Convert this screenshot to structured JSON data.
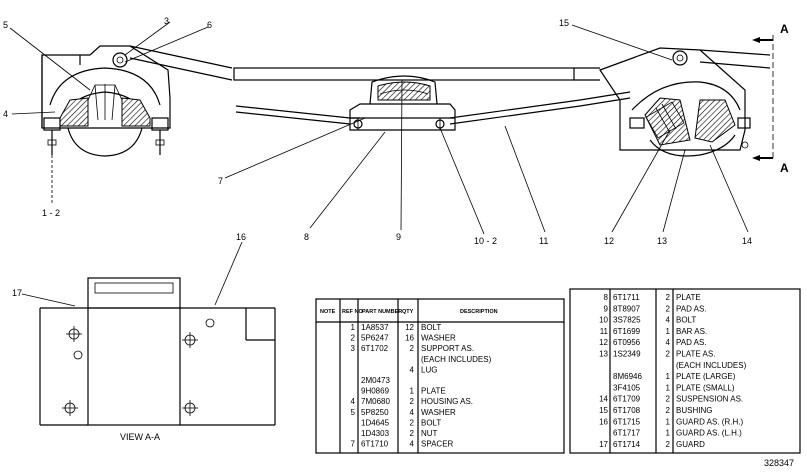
{
  "callouts": [
    {
      "id": "c5",
      "text": "5"
    },
    {
      "id": "c3",
      "text": "3"
    },
    {
      "id": "c6",
      "text": "6"
    },
    {
      "id": "c4",
      "text": "4"
    },
    {
      "id": "c12a",
      "text": "1 - 2"
    },
    {
      "id": "c7",
      "text": "7"
    },
    {
      "id": "c8",
      "text": "8"
    },
    {
      "id": "c9",
      "text": "9"
    },
    {
      "id": "c102",
      "text": "10 - 2"
    },
    {
      "id": "c11",
      "text": "11"
    },
    {
      "id": "c15",
      "text": "15"
    },
    {
      "id": "c12",
      "text": "12"
    },
    {
      "id": "c13",
      "text": "13"
    },
    {
      "id": "c14",
      "text": "14"
    },
    {
      "id": "c16",
      "text": "16"
    },
    {
      "id": "c17",
      "text": "17"
    }
  ],
  "section_marks": {
    "top": "A",
    "bottom": "A"
  },
  "view_label": "VIEW A-A",
  "drawing_number": "328347",
  "table_left": {
    "headers": [
      "NOTE",
      "REF NO",
      "PART NUMBER",
      "QTY",
      "DESCRIPTION"
    ],
    "rows": [
      {
        "ref": "1",
        "part": "1A8537",
        "qty": "12",
        "desc": "BOLT"
      },
      {
        "ref": "2",
        "part": "5P6247",
        "qty": "16",
        "desc": "WASHER"
      },
      {
        "ref": "3",
        "part": "6T1702",
        "qty": "2",
        "desc": "SUPPORT AS."
      },
      {
        "ref": "",
        "part": "",
        "qty": "",
        "desc": "(EACH INCLUDES)"
      },
      {
        "ref": "",
        "part": "",
        "qty": "4",
        "desc": "LUG"
      },
      {
        "ref": "",
        "part": "2M0473",
        "qty": "",
        "desc": ""
      },
      {
        "ref": "",
        "part": "9H0869",
        "qty": "1",
        "desc": "PLATE"
      },
      {
        "ref": "4",
        "part": "7M0680",
        "qty": "2",
        "desc": "HOUSING AS."
      },
      {
        "ref": "5",
        "part": "5P8250",
        "qty": "4",
        "desc": "WASHER"
      },
      {
        "ref": "",
        "part": "1D4645",
        "qty": "2",
        "desc": "BOLT"
      },
      {
        "ref": "",
        "part": "1D4303",
        "qty": "2",
        "desc": "NUT"
      },
      {
        "ref": "7",
        "part": "6T1710",
        "qty": "4",
        "desc": "SPACER"
      }
    ]
  },
  "table_right": {
    "rows": [
      {
        "ref": "8",
        "part": "6T1711",
        "qty": "2",
        "desc": "PLATE"
      },
      {
        "ref": "9",
        "part": "8T8907",
        "qty": "2",
        "desc": "PAD AS."
      },
      {
        "ref": "10",
        "part": "3S7825",
        "qty": "4",
        "desc": "BOLT"
      },
      {
        "ref": "11",
        "part": "6T1699",
        "qty": "1",
        "desc": "BAR AS."
      },
      {
        "ref": "12",
        "part": "6T0956",
        "qty": "4",
        "desc": "PAD AS."
      },
      {
        "ref": "13",
        "part": "1S2349",
        "qty": "2",
        "desc": "PLATE AS."
      },
      {
        "ref": "",
        "part": "",
        "qty": "",
        "desc": "(EACH INCLUDES)"
      },
      {
        "ref": "",
        "part": "8M6946",
        "qty": "1",
        "desc": "PLATE (LARGE)"
      },
      {
        "ref": "",
        "part": "3F4105",
        "qty": "1",
        "desc": "PLATE (SMALL)"
      },
      {
        "ref": "14",
        "part": "6T1709",
        "qty": "2",
        "desc": "SUSPENSION AS."
      },
      {
        "ref": "15",
        "part": "6T1708",
        "qty": "2",
        "desc": "BUSHING"
      },
      {
        "ref": "16",
        "part": "6T1715",
        "qty": "1",
        "desc": "GUARD AS. (R.H.)"
      },
      {
        "ref": "",
        "part": "6T1717",
        "qty": "1",
        "desc": "GUARD AS. (L.H.)"
      },
      {
        "ref": "17",
        "part": "6T1714",
        "qty": "2",
        "desc": "GUARD"
      }
    ]
  }
}
